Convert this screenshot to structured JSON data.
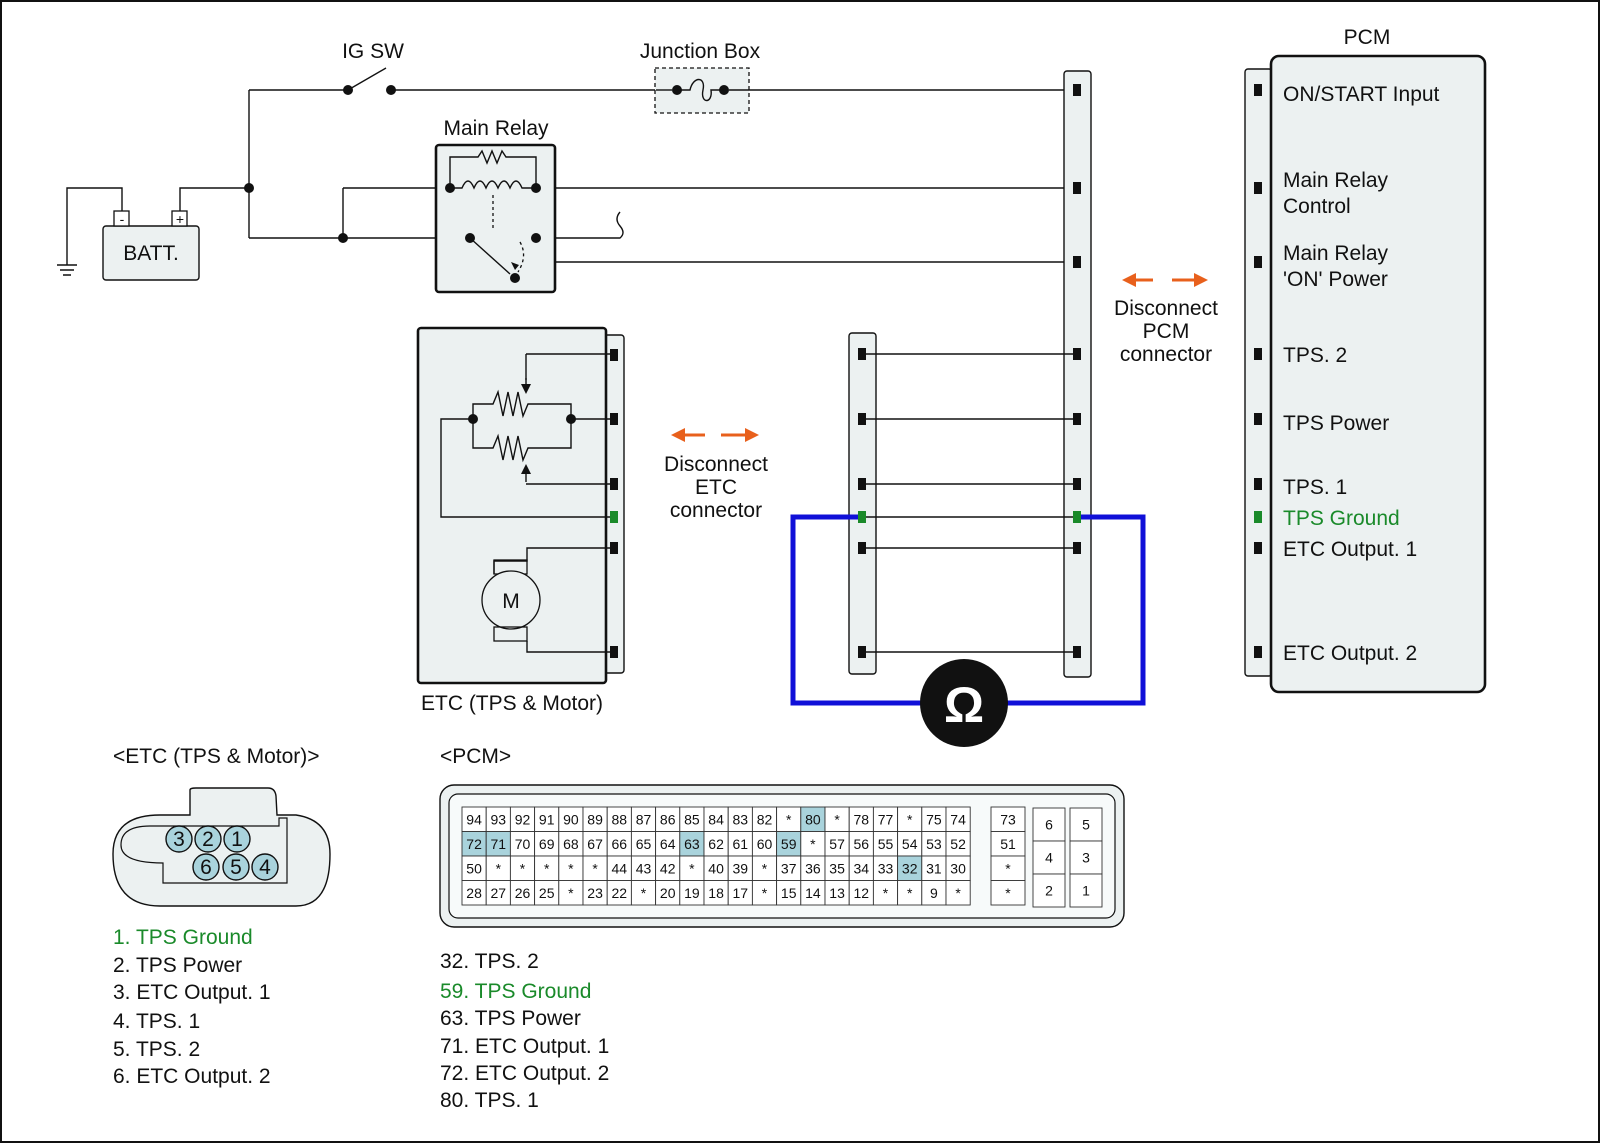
{
  "labels": {
    "ig_sw": "IG SW",
    "junction_box": "Junction Box",
    "main_relay": "Main Relay",
    "batt": "BATT.",
    "batt_neg": "-",
    "batt_pos": "+",
    "pcm_title": "PCM",
    "etc_caption": "ETC (TPS & Motor)",
    "motor": "M",
    "ohm": "Ω",
    "disconnect_pcm": [
      "Disconnect",
      "PCM",
      "connector"
    ],
    "disconnect_etc": [
      "Disconnect",
      "ETC",
      "connector"
    ]
  },
  "pcm_pins": [
    [
      "ON/START Input"
    ],
    [
      "Main Relay",
      "Control"
    ],
    [
      "Main Relay",
      "'ON' Power"
    ],
    [
      "TPS. 2"
    ],
    [
      "TPS Power"
    ],
    [
      "TPS. 1"
    ],
    [
      "TPS Ground"
    ],
    [
      "ETC Output. 1"
    ],
    [
      "ETC Output. 2"
    ]
  ],
  "etc_connector": {
    "title": "<ETC (TPS & Motor)>",
    "pins_top": [
      "3",
      "2",
      "1"
    ],
    "pins_bottom": [
      "6",
      "5",
      "4"
    ],
    "legend": [
      "1. TPS Ground",
      "2. TPS Power",
      "3. ETC Output. 1",
      "4. TPS. 1",
      "5. TPS. 2",
      "6. ETC Output. 2"
    ]
  },
  "pcm_connector": {
    "title": "<PCM>",
    "rows": [
      [
        "94",
        "93",
        "92",
        "91",
        "90",
        "89",
        "88",
        "87",
        "86",
        "85",
        "84",
        "83",
        "82",
        "*",
        "80",
        "*",
        "78",
        "77",
        "*",
        "75",
        "74"
      ],
      [
        "72",
        "71",
        "70",
        "69",
        "68",
        "67",
        "66",
        "65",
        "64",
        "63",
        "62",
        "61",
        "60",
        "59",
        "*",
        "57",
        "56",
        "55",
        "54",
        "53",
        "52"
      ],
      [
        "50",
        "*",
        "*",
        "*",
        "*",
        "*",
        "44",
        "43",
        "42",
        "*",
        "40",
        "39",
        "*",
        "37",
        "36",
        "35",
        "34",
        "33",
        "32",
        "31",
        "30"
      ],
      [
        "28",
        "27",
        "26",
        "25",
        "*",
        "23",
        "22",
        "*",
        "20",
        "19",
        "18",
        "17",
        "*",
        "15",
        "14",
        "13",
        "12",
        "*",
        "*",
        "9",
        "*"
      ]
    ],
    "side_col": [
      "73",
      "51",
      "*",
      "*"
    ],
    "small_block_left": [
      "6",
      "4",
      "2"
    ],
    "small_block_right": [
      "5",
      "3",
      "1"
    ],
    "highlighted": [
      "80",
      "72",
      "71",
      "63",
      "59",
      "32"
    ],
    "legend": [
      "32. TPS. 2",
      "59. TPS Ground",
      "63. TPS Power",
      "71. ETC Output. 1",
      "72. ETC Output. 2",
      "80. TPS. 1"
    ]
  },
  "colors": {
    "tps_ground": "#1a8a2a",
    "highlight": "#a9d3dc",
    "meter_lead": "#1010d8",
    "disconnect_arrow": "#e8601c"
  }
}
